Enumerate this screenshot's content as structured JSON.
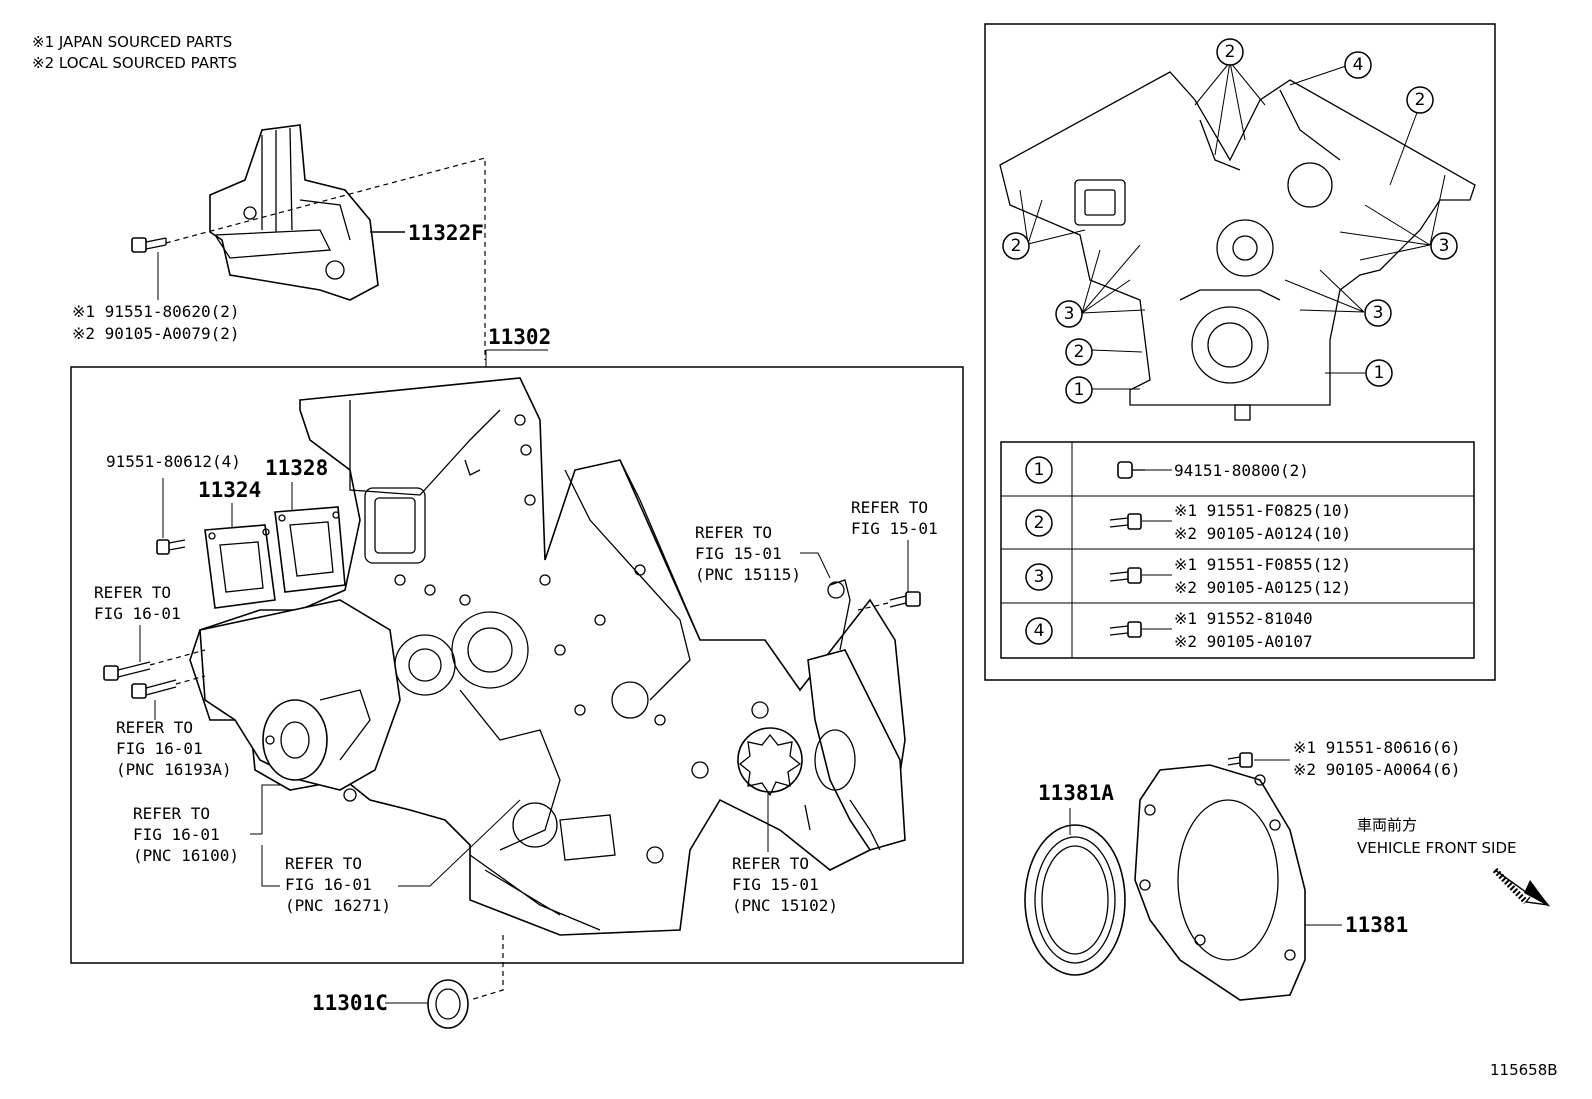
{
  "notes": {
    "japan": "※1 JAPAN SOURCED PARTS",
    "local": "※2 LOCAL SOURCED PARTS"
  },
  "callouts": {
    "p11322F": "11322F",
    "p11302": "11302",
    "p11328": "11328",
    "p11324": "11324",
    "p11301C": "11301C",
    "p11381A": "11381A",
    "p11381": "11381",
    "bolt_80620_j": "※1 91551-80620(2)",
    "bolt_80620_l": "※2 90105-A0079(2)",
    "bolt_80612": "91551-80612(4)",
    "bolt_80616_j": "※1  91551-80616(6)",
    "bolt_80616_l": "※2  90105-A0064(6)"
  },
  "refs": {
    "r_16193A": [
      "REFER TO",
      "FIG 16-01",
      "(PNC 16193A)"
    ],
    "r_16_01_a": [
      "REFER TO",
      "FIG 16-01"
    ],
    "r_16100": [
      "REFER TO",
      "FIG 16-01",
      "(PNC 16100)"
    ],
    "r_16271": [
      "REFER TO",
      "FIG 16-01",
      "(PNC 16271)"
    ],
    "r_15102": [
      "REFER TO",
      "FIG 15-01",
      "(PNC 15102)"
    ],
    "r_15115": [
      "REFER TO",
      "FIG 15-01",
      "(PNC 15115)"
    ],
    "r_15_01_b": [
      "REFER TO",
      "FIG 15-01"
    ]
  },
  "bolt_table": {
    "rows": [
      {
        "marker": "1",
        "lines": [
          "94151-80800(2)"
        ]
      },
      {
        "marker": "2",
        "lines": [
          "※1  91551-F0825(10)",
          "※2  90105-A0124(10)"
        ]
      },
      {
        "marker": "3",
        "lines": [
          "※1  91551-F0855(12)",
          "※2  90105-A0125(12)"
        ]
      },
      {
        "marker": "4",
        "lines": [
          "※1  91552-81040",
          "※2  90105-A0107"
        ]
      }
    ]
  },
  "inset_markers": [
    "2",
    "4",
    "2",
    "2",
    "3",
    "3",
    "3",
    "2",
    "1",
    "1"
  ],
  "direction": {
    "jp": "車両前方",
    "en": "VEHICLE FRONT SIDE"
  },
  "figure_id": "115658B"
}
